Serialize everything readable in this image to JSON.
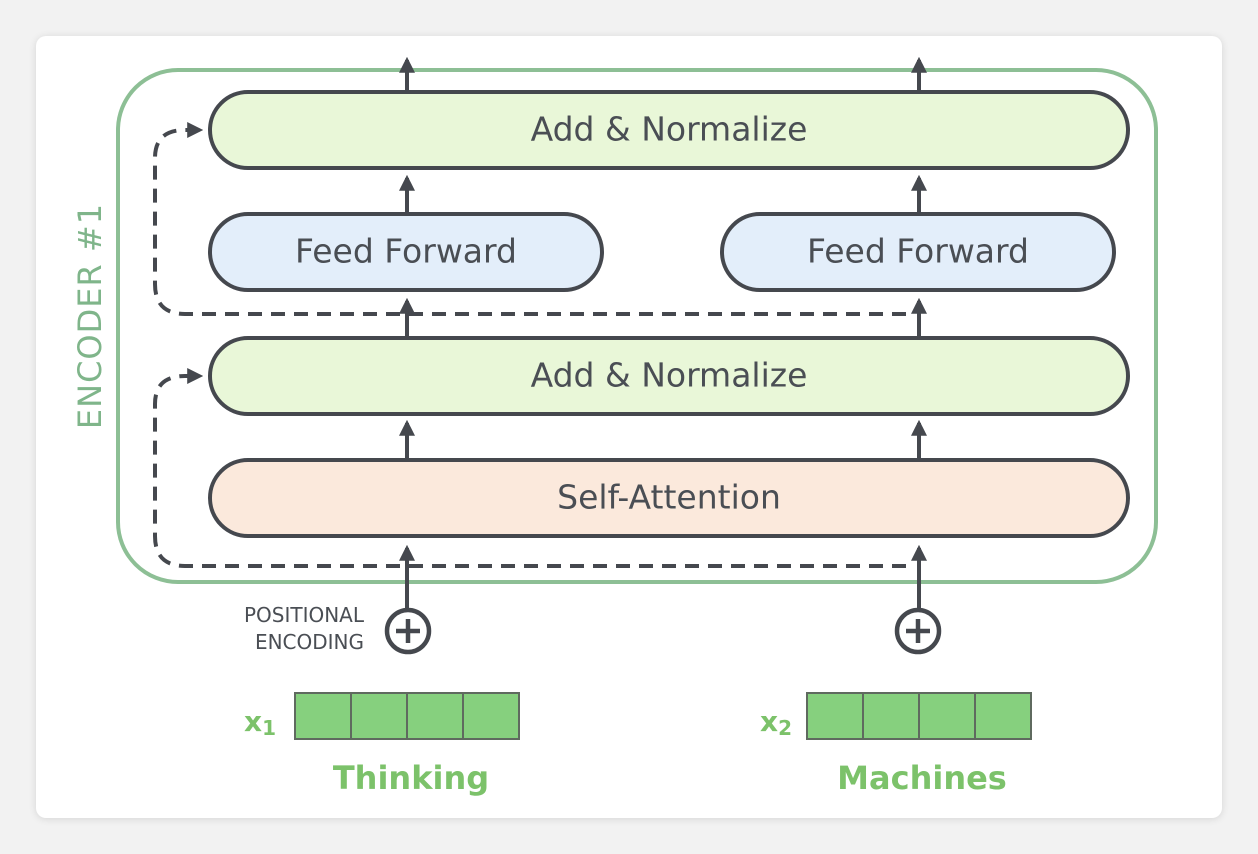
{
  "encoder_label": "ENCODER #1",
  "top_add_normalize": "Add & Normalize",
  "feed_forward_left": "Feed Forward",
  "feed_forward_right": "Feed Forward",
  "bottom_add_normalize": "Add & Normalize",
  "self_attention": "Self-Attention",
  "positional_encoding": [
    "POSITIONAL",
    "ENCODING"
  ],
  "inputs": [
    {
      "symbol": "x",
      "subscript": "1",
      "word": "Thinking"
    },
    {
      "symbol": "x",
      "subscript": "2",
      "word": "Machines"
    }
  ],
  "colors": {
    "add_normalize_fill": "#e9f7d8",
    "feed_forward_fill": "#e3eefa",
    "self_attention_fill": "#fbe9dc",
    "encoder_border": "#8dbf95",
    "stroke": "#45484e",
    "vector_fill": "#86d07e",
    "word_color": "#7cc26a"
  },
  "icons": [
    "arrow-up-icon",
    "plus-circle-icon"
  ]
}
